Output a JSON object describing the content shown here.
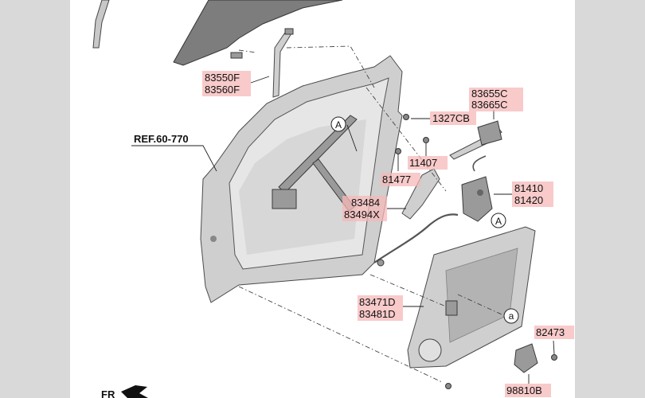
{
  "labels": {
    "p83550F": "83550F",
    "p83560F": "83560F",
    "ref": "REF.60-770",
    "p1327CB": "1327CB",
    "p83655C": "83655C",
    "p83665C": "83665C",
    "p11407": "11407",
    "p81477": "81477",
    "p81410": "81410",
    "p81420": "81420",
    "p83484": "83484",
    "p83494X": "83494X",
    "p83471D": "83471D",
    "p83481D": "83481D",
    "p82473": "82473",
    "p98810B": "98810B",
    "circA": "A",
    "circA2": "A",
    "circa": "a",
    "fr": "FR"
  },
  "colors": {
    "highlight": "#f6b8b8",
    "part_fill": "#cfcfcf",
    "glass": "#7d7d7d"
  }
}
